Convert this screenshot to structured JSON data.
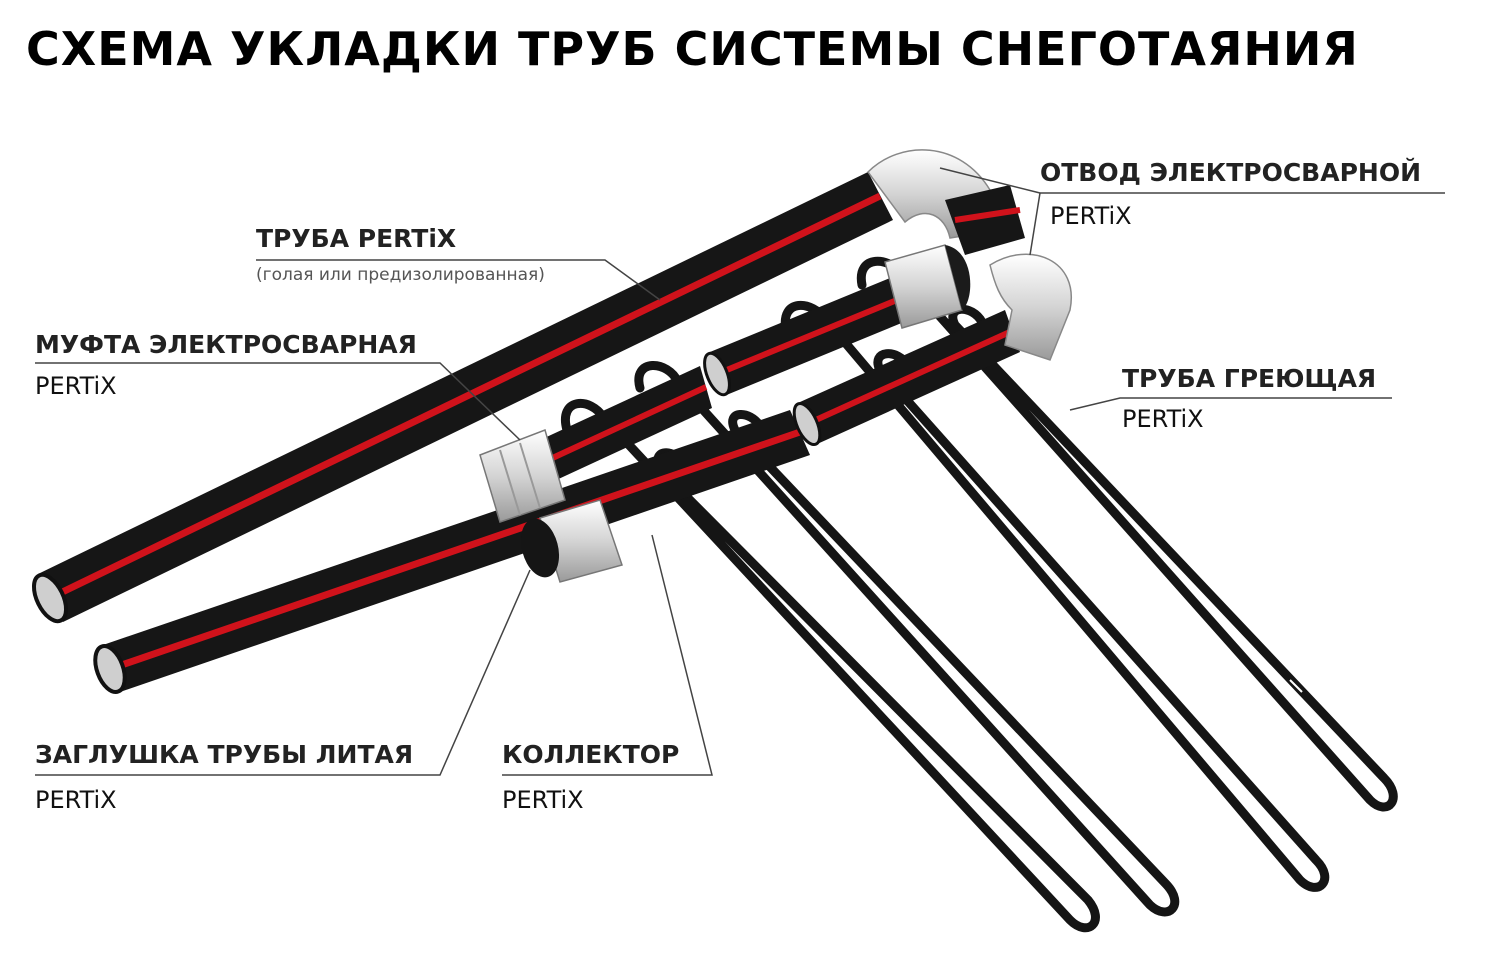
{
  "title": "СХЕМА УКЛАДКИ ТРУБ СИСТЕМЫ СНЕГОТАЯНИЯ",
  "labels": {
    "pipe": {
      "name": "ТРУБА PERTiX",
      "note": "(голая или предизолированная)"
    },
    "coupling": {
      "name": "МУФТА ЭЛЕКТРОСВАРНАЯ",
      "brand": "PERTiX"
    },
    "elbow": {
      "name": "ОТВОД ЭЛЕКТРОСВАРНОЙ",
      "brand": "PERTiX"
    },
    "heating": {
      "name": "ТРУБА ГРЕЮЩАЯ",
      "brand": "PERTiX"
    },
    "plug": {
      "name": "ЗАГЛУШКА ТРУБЫ ЛИТАЯ",
      "brand": "PERTiX"
    },
    "collector": {
      "name": "КОЛЛЕКТОР",
      "brand": "PERTiX"
    }
  },
  "colors": {
    "pipe": "#161616",
    "stripe": "#d0121b",
    "fitting": "#e4e4e4",
    "leader": "#444444"
  }
}
